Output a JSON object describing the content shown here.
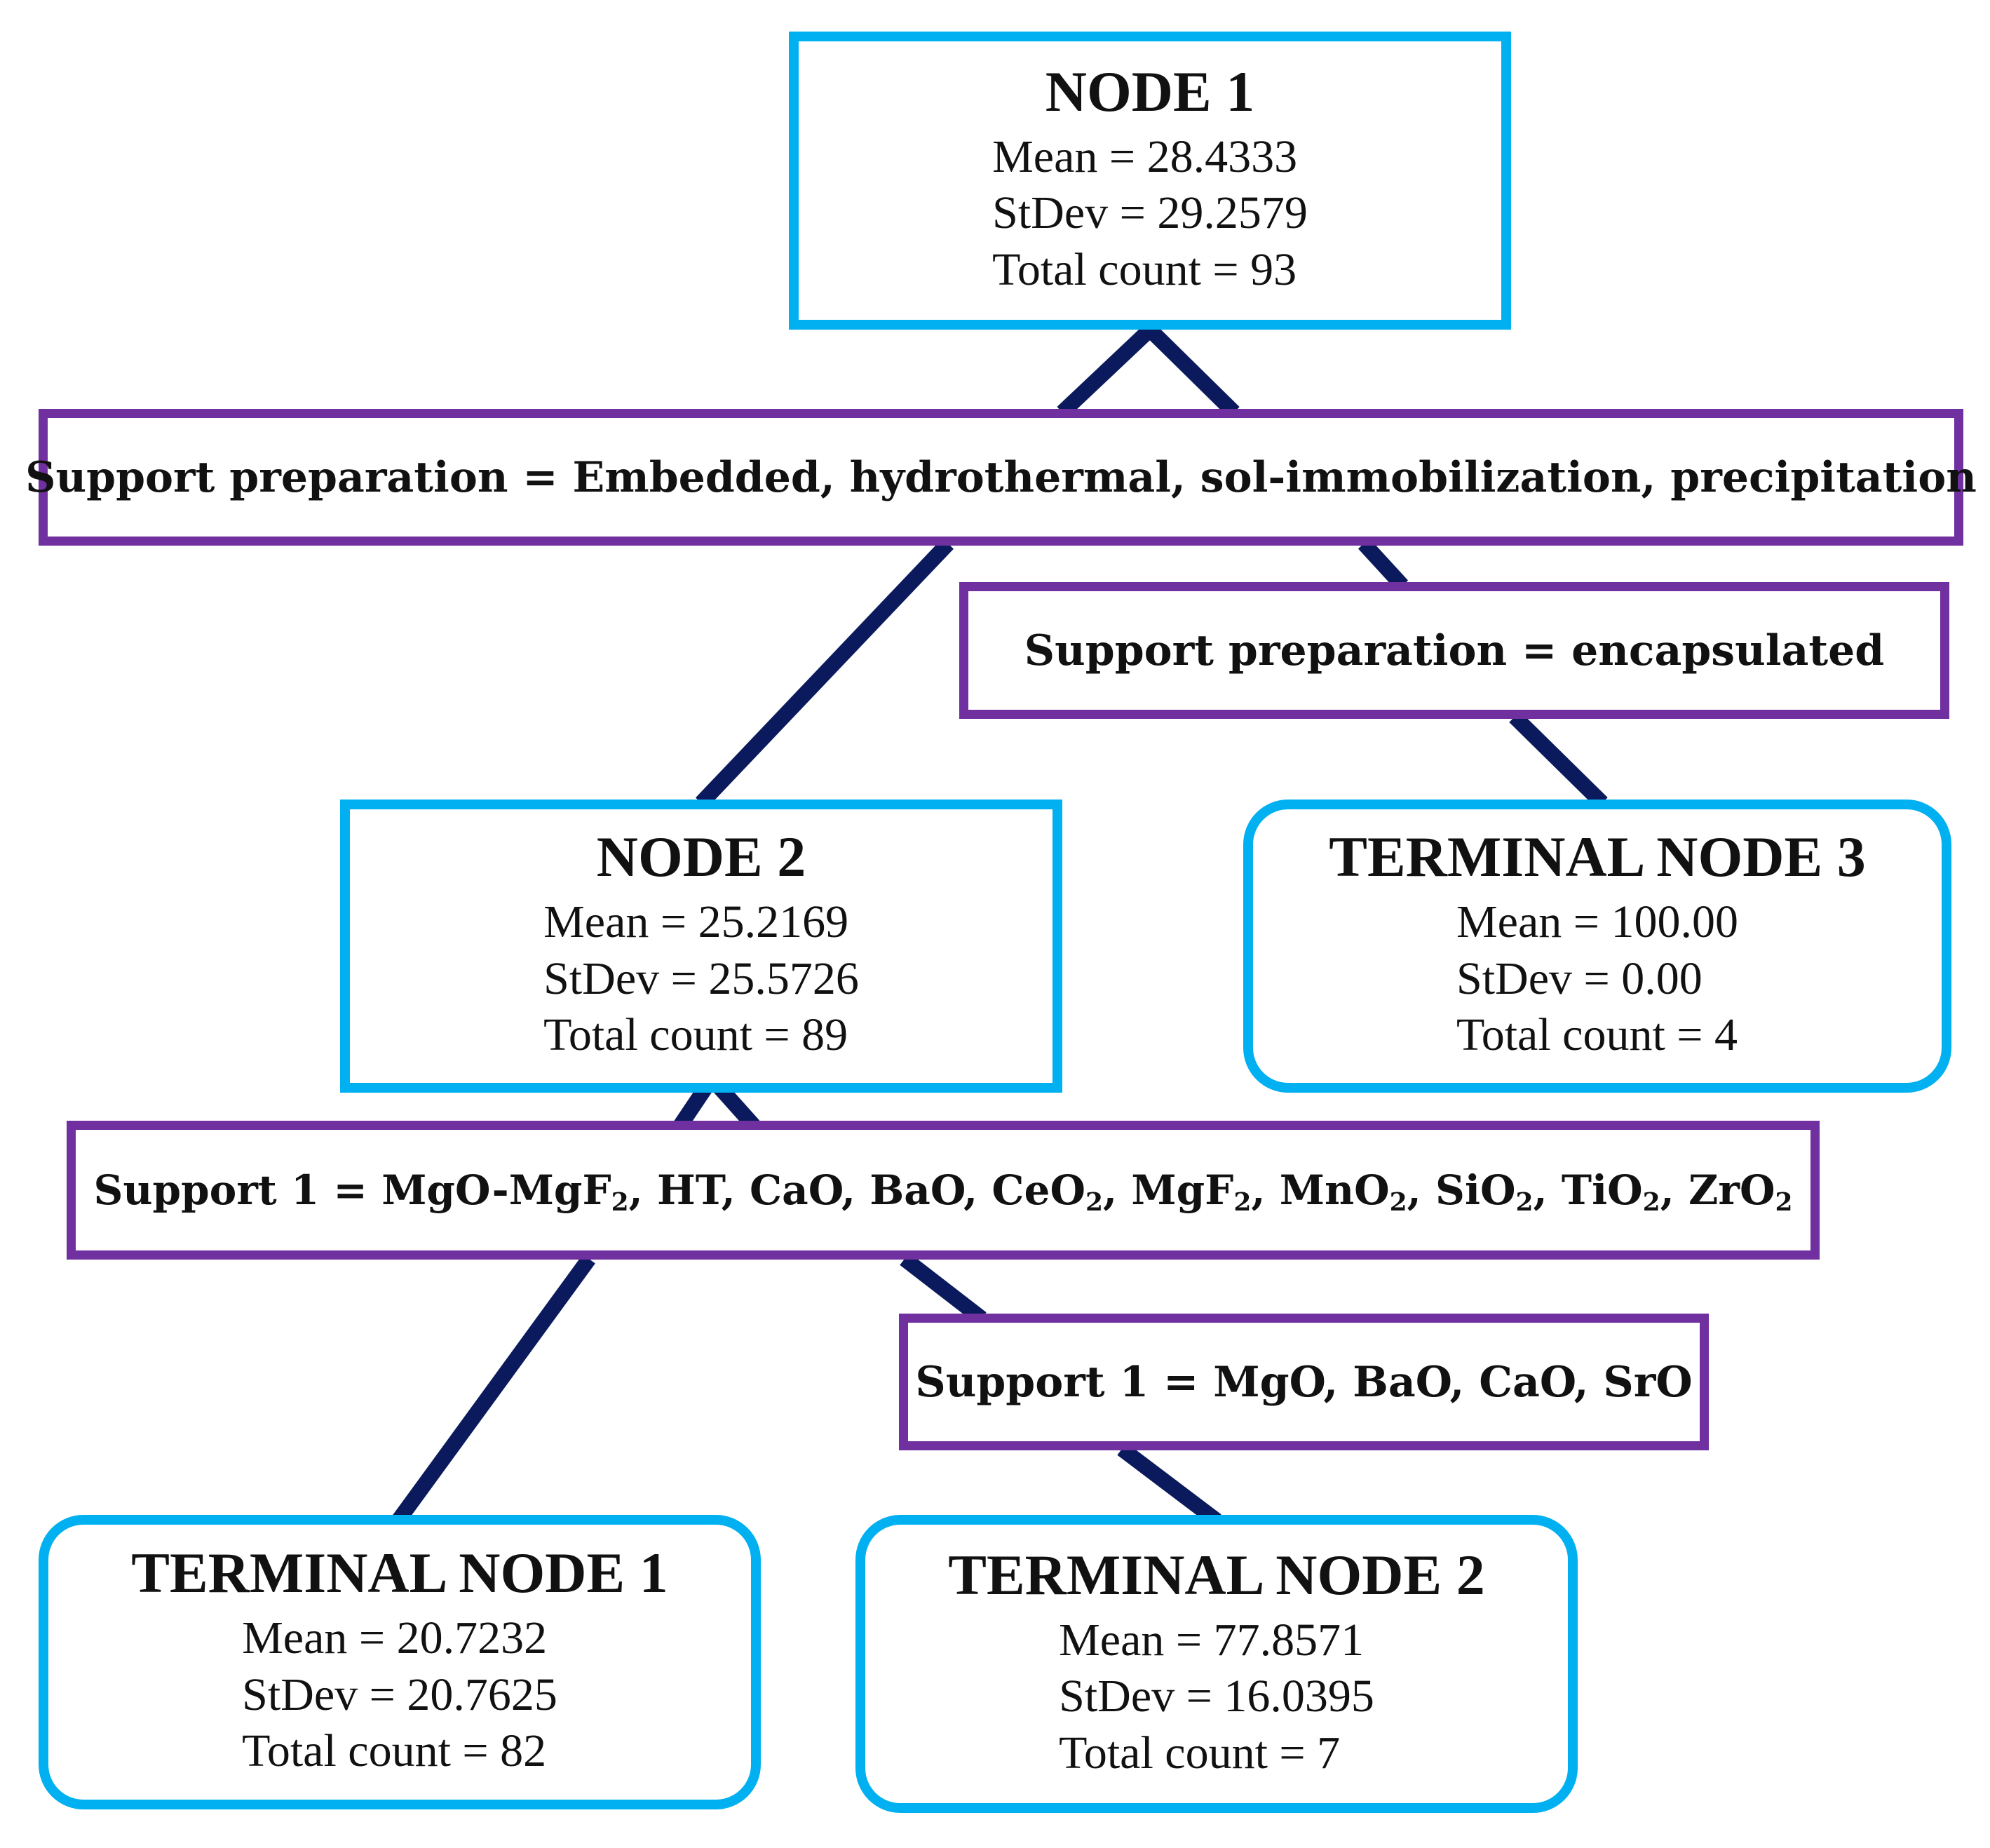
{
  "colors": {
    "node_border": "#00b0f0",
    "split_border": "#7030a0",
    "connector": "#0b1a5c"
  },
  "nodes": {
    "node1": {
      "title": "NODE 1",
      "mean": "Mean = 28.4333",
      "stdev": "StDev = 29.2579",
      "count": "Total count = 93"
    },
    "node2": {
      "title": "NODE 2",
      "mean": "Mean = 25.2169",
      "stdev": "StDev = 25.5726",
      "count": "Total count = 89"
    },
    "terminal1": {
      "title": "TERMINAL NODE 1",
      "mean": "Mean = 20.7232",
      "stdev": "StDev = 20.7625",
      "count": "Total count = 82"
    },
    "terminal2": {
      "title": "TERMINAL NODE 2",
      "mean": "Mean = 77.8571",
      "stdev": "StDev = 16.0395",
      "count": "Total count = 7"
    },
    "terminal3": {
      "title": "TERMINAL NODE 3",
      "mean": "Mean = 100.00",
      "stdev": "StDev = 0.00",
      "count": "Total count = 4"
    }
  },
  "splits": {
    "split1": "Support preparation = Embedded, hydrothermal, sol-immobilization, precipitation",
    "split2": "Support preparation = encapsulated",
    "split3": {
      "parts": [
        {
          "text": "Support 1 = MgO-MgF",
          "sub": "2"
        },
        {
          "text": ", HT, CaO, BaO, CeO",
          "sub": "2"
        },
        {
          "text": ", MgF",
          "sub": "2"
        },
        {
          "text": ", MnO",
          "sub": "2"
        },
        {
          "text": ", SiO",
          "sub": "2"
        },
        {
          "text": ", TiO",
          "sub": "2"
        },
        {
          "text": ", ZrO",
          "sub": "2"
        }
      ]
    },
    "split4": "Support 1 = MgO, BaO, CaO, SrO"
  }
}
